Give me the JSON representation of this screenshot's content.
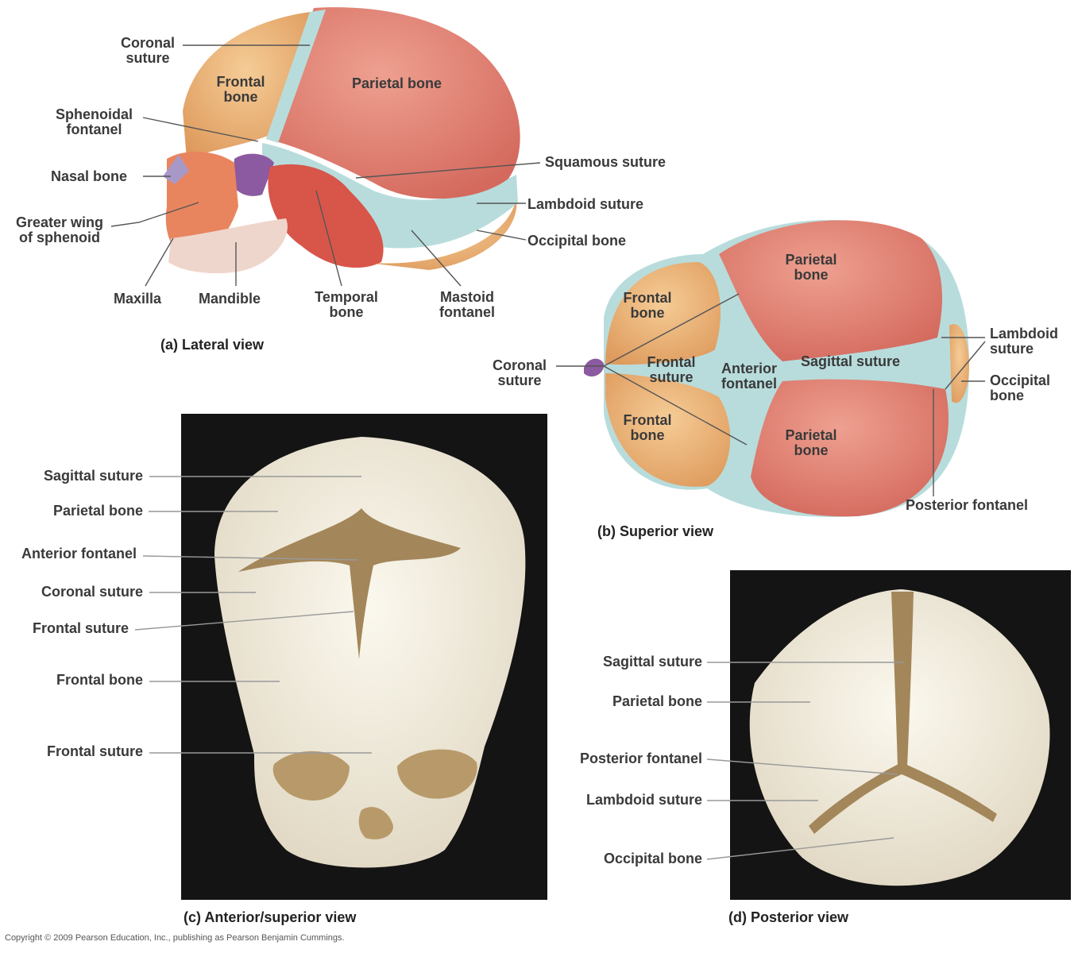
{
  "panel_a": {
    "caption": "(a)  Lateral view",
    "labels": {
      "coronal_suture_1": "Coronal",
      "coronal_suture_2": "suture",
      "frontal_bone_1": "Frontal",
      "frontal_bone_2": "bone",
      "parietal_bone": "Parietal bone",
      "sphenoidal_fontanel_1": "Sphenoidal",
      "sphenoidal_fontanel_2": "fontanel",
      "nasal_bone": "Nasal bone",
      "greater_wing_1": "Greater wing",
      "greater_wing_2": "of sphenoid",
      "squamous_suture": "Squamous suture",
      "lambdoid_suture": "Lambdoid suture",
      "occipital_bone": "Occipital bone",
      "maxilla": "Maxilla",
      "mandible": "Mandible",
      "temporal_bone_1": "Temporal",
      "temporal_bone_2": "bone",
      "mastoid_fontanel_1": "Mastoid",
      "mastoid_fontanel_2": "fontanel"
    }
  },
  "panel_b": {
    "caption": "(b)  Superior view",
    "labels": {
      "parietal_top_1": "Parietal",
      "parietal_top_2": "bone",
      "frontal_top_1": "Frontal",
      "frontal_top_2": "bone",
      "lambdoid_1": "Lambdoid",
      "lambdoid_2": "suture",
      "coronal_1": "Coronal",
      "coronal_2": "suture",
      "frontal_suture_1": "Frontal",
      "frontal_suture_2": "suture",
      "anterior_fontanel_1": "Anterior",
      "anterior_fontanel_2": "fontanel",
      "sagittal_suture": "Sagittal suture",
      "occipital_1": "Occipital",
      "occipital_2": "bone",
      "frontal_bottom_1": "Frontal",
      "frontal_bottom_2": "bone",
      "parietal_bottom_1": "Parietal",
      "parietal_bottom_2": "bone",
      "posterior_fontanel": "Posterior fontanel"
    }
  },
  "panel_c": {
    "caption": "(c)  Anterior/superior view",
    "labels": {
      "sagittal_suture": "Sagittal suture",
      "parietal_bone": "Parietal bone",
      "anterior_fontanel": "Anterior fontanel",
      "coronal_suture": "Coronal suture",
      "frontal_suture_upper": "Frontal suture",
      "frontal_bone": "Frontal bone",
      "frontal_suture_lower": "Frontal suture"
    }
  },
  "panel_d": {
    "caption": "(d)  Posterior view",
    "labels": {
      "sagittal_suture": "Sagittal suture",
      "parietal_bone": "Parietal bone",
      "posterior_fontanel": "Posterior fontanel",
      "lambdoid_suture": "Lambdoid suture",
      "occipital_bone": "Occipital bone"
    }
  },
  "copyright": "Copyright © 2009 Pearson Education, Inc., publishing as Pearson Benjamin Cummings.",
  "colors": {
    "parietal": "#e07e72",
    "frontal": "#eab27a",
    "fontanel": "#b8dcdc",
    "sphenoid": "#8c5aa0",
    "photo_bg": "#141414",
    "bone_photo": "#efe8d8",
    "fontanel_photo": "#a3865a"
  }
}
